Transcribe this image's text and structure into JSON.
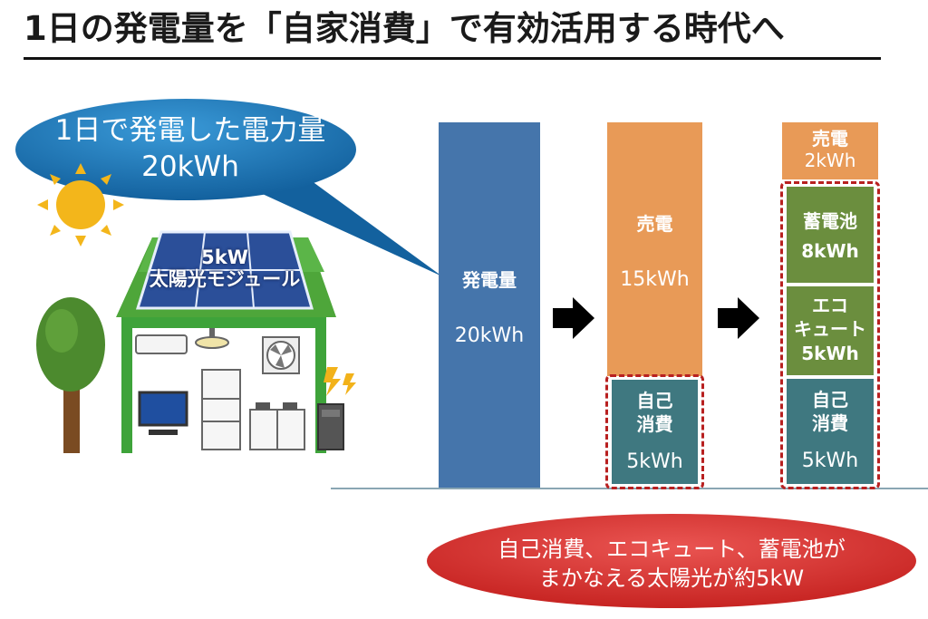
{
  "header": {
    "title": "1日の発電量を「自家消費」で有効活用する時代へ"
  },
  "bubble": {
    "line1": "1日で発電した電力量",
    "line2": "20kWh"
  },
  "house": {
    "panel_line1": "5kW",
    "panel_line2": "太陽光モジュール"
  },
  "bars": {
    "generation": {
      "label": "発電量",
      "value": "20kWh"
    },
    "sell_now": {
      "label": "売電",
      "value": "15kWh"
    },
    "self_now": {
      "label1": "自己",
      "label2": "消費",
      "value": "5kWh"
    },
    "sell_future": {
      "label": "売電",
      "value": "2kWh"
    },
    "battery": {
      "label": "蓄電池",
      "value": "8kWh"
    },
    "ecocute": {
      "label1": "エコ",
      "label2": "キュート",
      "value": "5kWh"
    },
    "self_future": {
      "label1": "自己",
      "label2": "消費",
      "value": "5kWh"
    }
  },
  "note": {
    "line1": "自己消費、エコキュート、蓄電池が",
    "line2": "まかなえる太陽光が約5kW"
  },
  "colors": {
    "blue_bar": "#4575ab",
    "orange": "#e89a57",
    "green": "#6b8e3e",
    "teal": "#3f7880",
    "bubble": "#1b78bd",
    "pill": "#d73a36",
    "dashed": "#b82020"
  }
}
